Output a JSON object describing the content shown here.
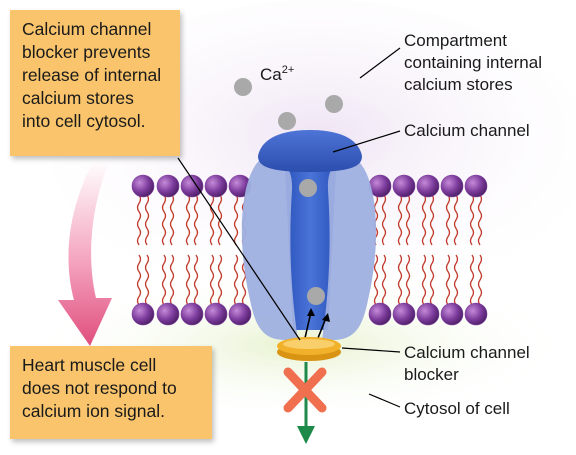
{
  "notes": {
    "blocker_effect": "Calcium channel\nblocker prevents\nrelease of internal\ncalcium stores\ninto cell cytosol.",
    "result": "Heart muscle cell\ndoes not respond to\ncalcium ion signal."
  },
  "labels": {
    "ion": "Ca",
    "ion_charge": "2+",
    "compartment": "Compartment\ncontaining internal\ncalcium stores",
    "channel": "Calcium channel",
    "blocker": "Calcium channel\nblocker",
    "cytosol": "Cytosol of cell"
  },
  "colors": {
    "note_fill": "#f9c46b",
    "channel_blue": "#3d63c4",
    "channel_light": "#9fb0e0",
    "lipid_head": "#7a3a9a",
    "lipid_tail": "#c0392b",
    "blocker": "#f2b12a",
    "x_mark": "#ef6f4f",
    "signal_arrow": "#1e8a4a",
    "curved_arrow": "#e04e7e",
    "ion_gray": "#a9a9a9"
  }
}
